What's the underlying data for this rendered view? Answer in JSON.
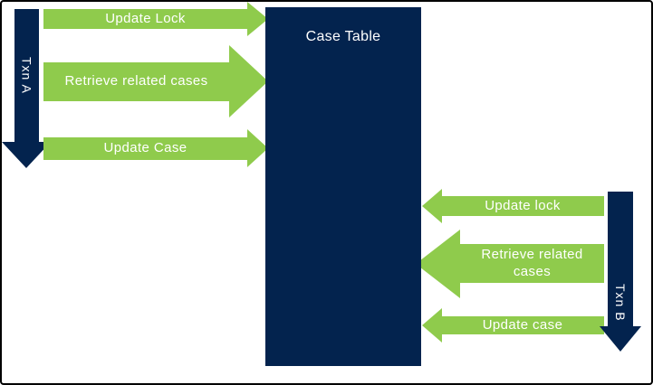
{
  "colors": {
    "green": "#8FCB4C",
    "navy": "#03234E",
    "label_text": "#FFFFFF",
    "background": "#FFFFFF",
    "border": "#000000"
  },
  "case_table": {
    "label": "Case Table"
  },
  "transactions": {
    "a": {
      "label": "Txn A"
    },
    "b": {
      "label": "Txn B"
    }
  },
  "txn_a_arrows": [
    {
      "label": "Update Lock",
      "direction": "right"
    },
    {
      "label": "Retrieve related cases",
      "direction": "right"
    },
    {
      "label": "Update Case",
      "direction": "right"
    }
  ],
  "txn_b_arrows": [
    {
      "label": "Update lock",
      "direction": "left"
    },
    {
      "label": "Retrieve related cases",
      "direction": "left"
    },
    {
      "label": "Update case",
      "direction": "left"
    }
  ]
}
